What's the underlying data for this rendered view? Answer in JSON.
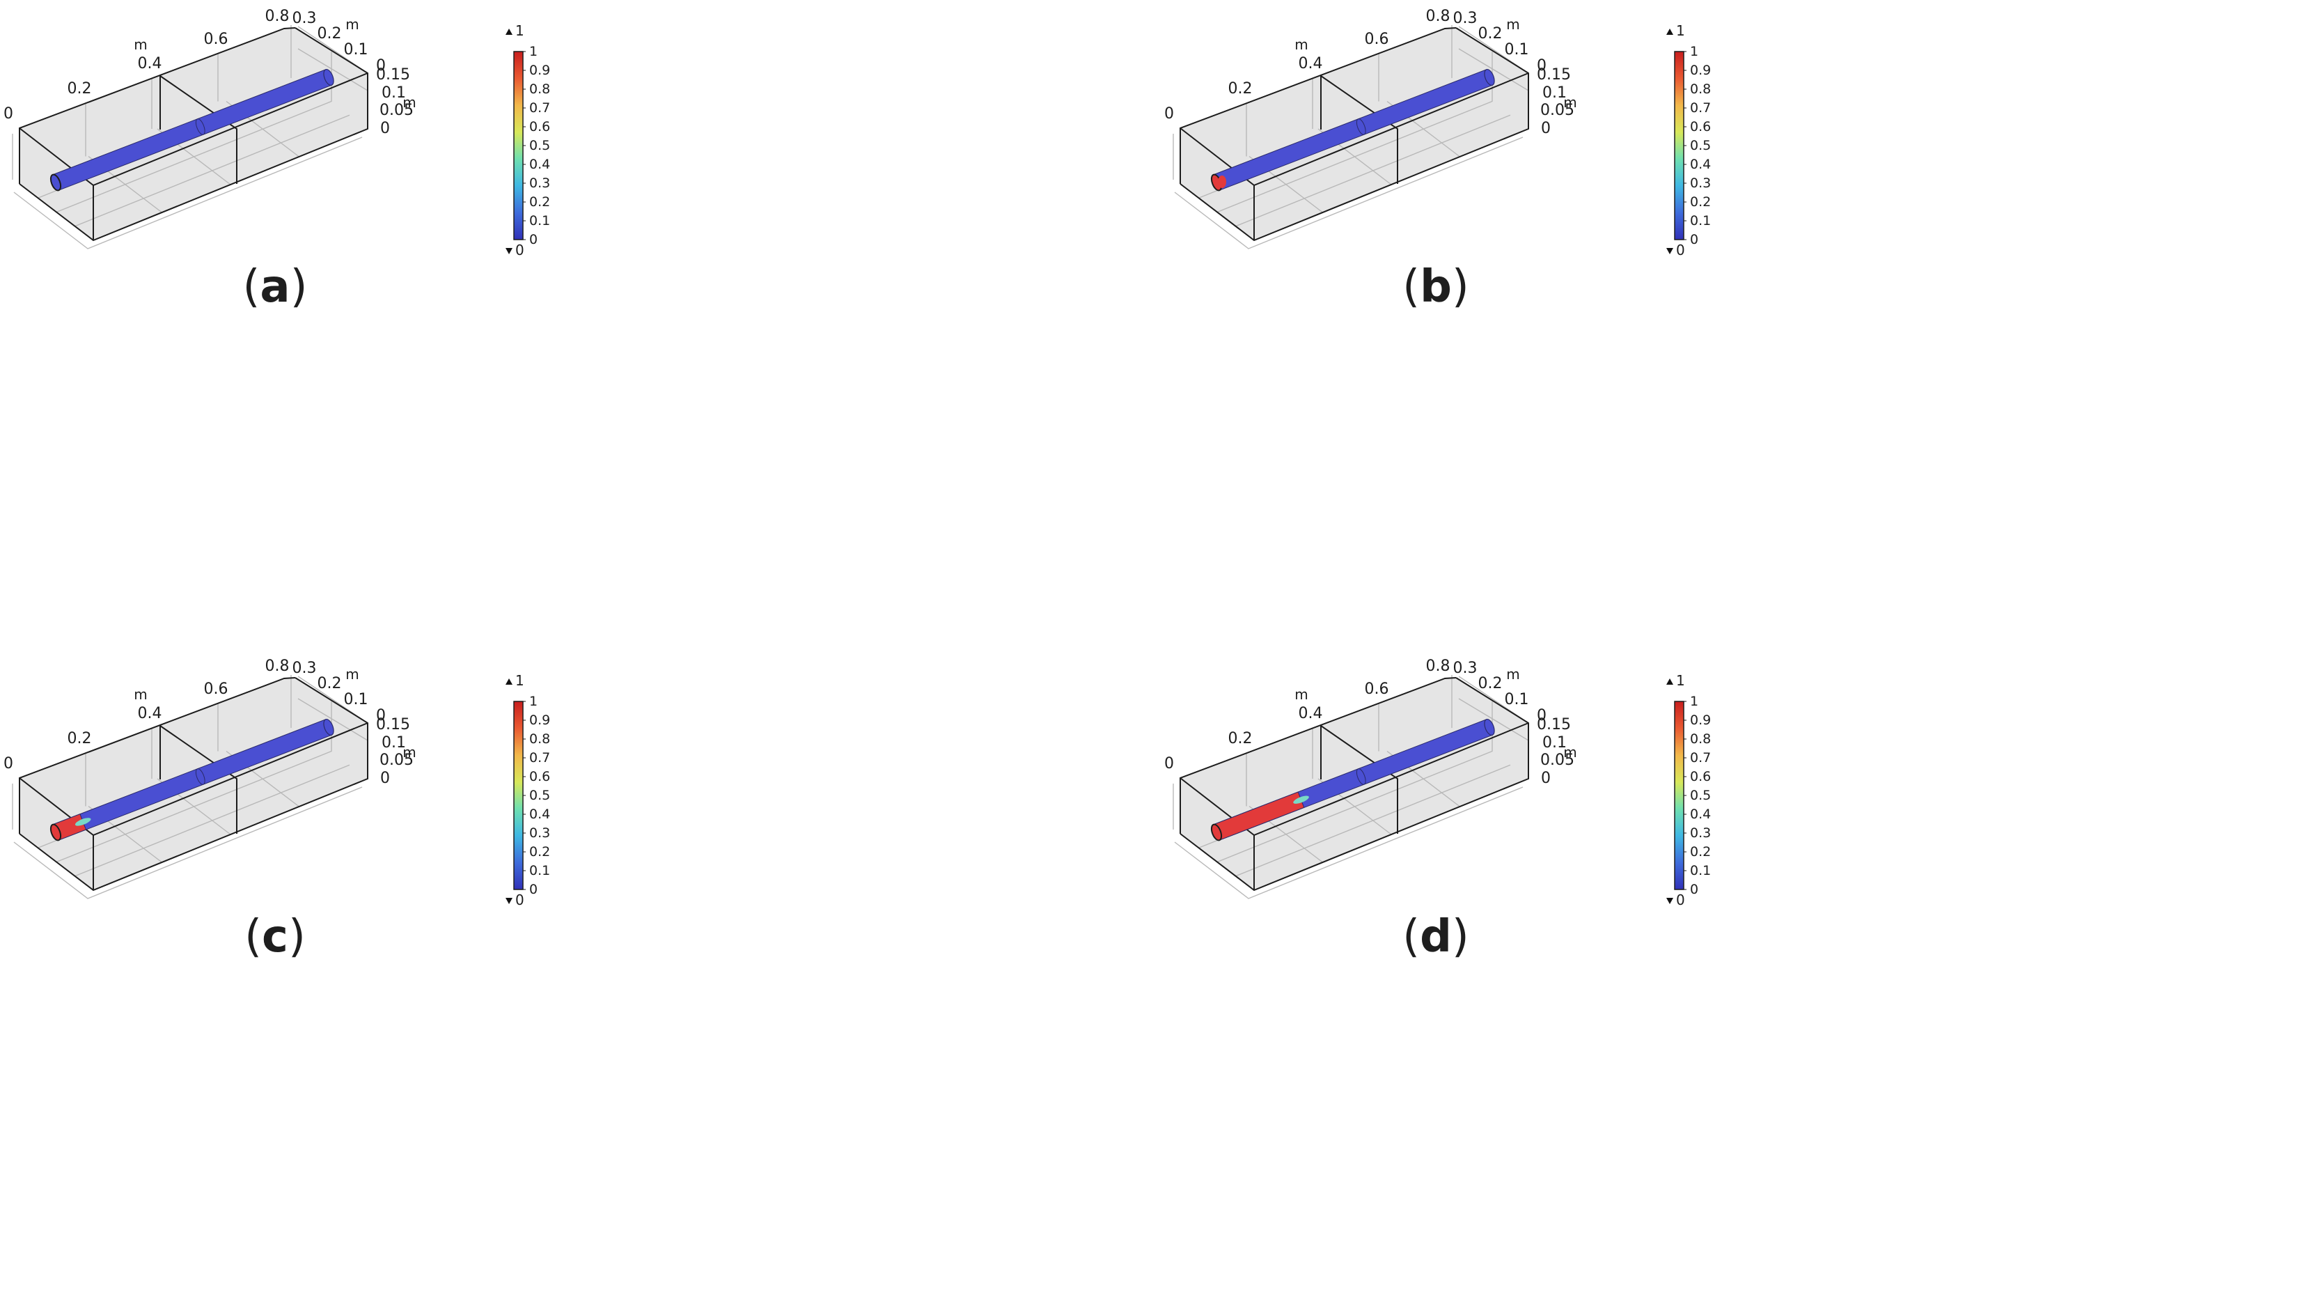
{
  "panels": [
    {
      "label": "a",
      "front_fill": 0.0,
      "spot": false
    },
    {
      "label": "b",
      "front_fill": 0.0,
      "spot": true
    },
    {
      "label": "c",
      "front_fill": 0.1,
      "spot": false
    },
    {
      "label": "d",
      "front_fill": 0.31,
      "spot": false
    }
  ],
  "axes": {
    "unit": "m",
    "x_ticks": [
      "0",
      "0.2",
      "0.4",
      "0.6",
      "0.8"
    ],
    "y_ticks": [
      "0.3",
      "0.2",
      "0.1",
      "0"
    ],
    "z_ticks": [
      "0.15",
      "0.1",
      "0.05",
      "0"
    ]
  },
  "colorbar": {
    "max_label": "1",
    "min_label": "0",
    "tick_labels": [
      "1",
      "0.9",
      "0.8",
      "0.7",
      "0.6",
      "0.5",
      "0.4",
      "0.3",
      "0.2",
      "0.1",
      "0"
    ]
  },
  "colors": {
    "low": "#4a4fd2",
    "high": "#e23a3a",
    "box_fill": "#e1e1e1",
    "colormap": [
      "#3131b8",
      "#3e6cdc",
      "#3fb8e3",
      "#6fe0b0",
      "#d8e85a",
      "#f2b84a",
      "#ea5a32",
      "#c81e1e"
    ]
  }
}
